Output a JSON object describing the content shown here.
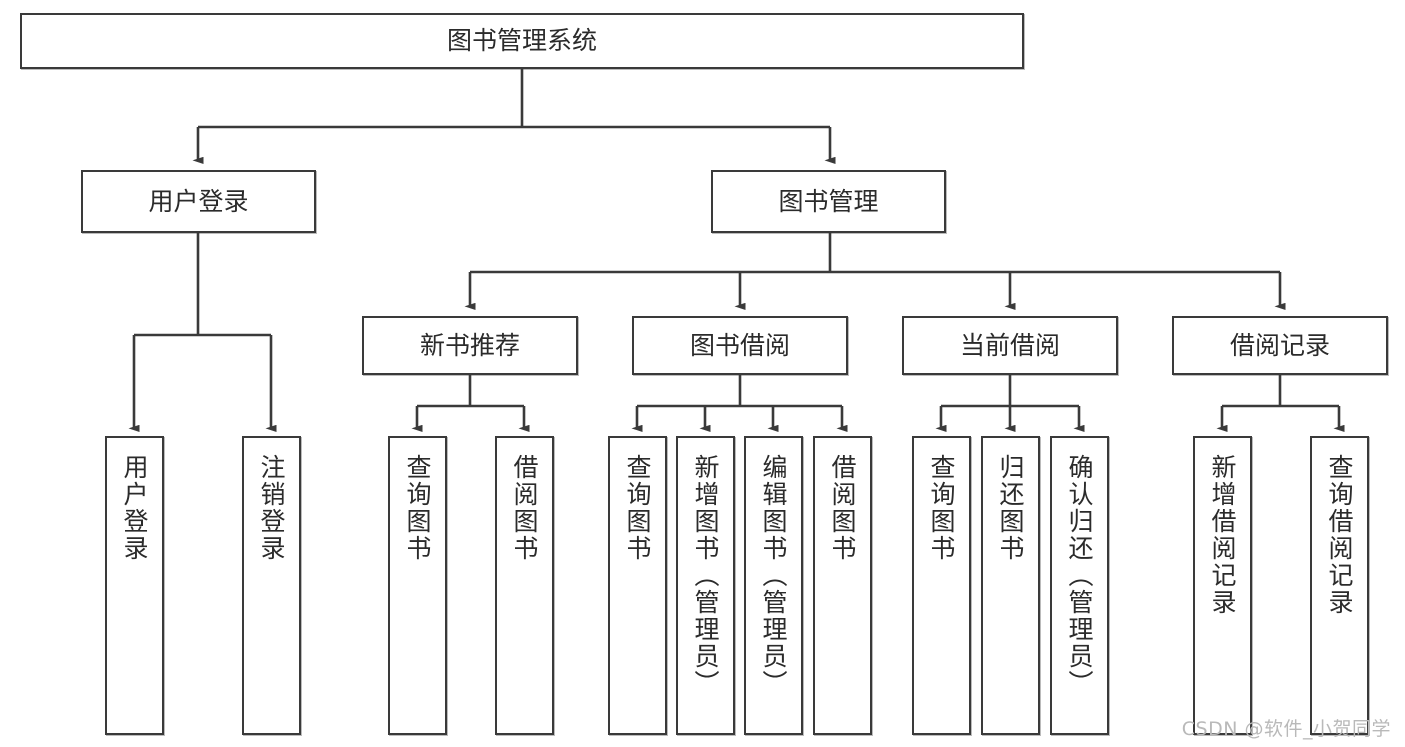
{
  "diagram": {
    "title": "图书管理系统",
    "type": "tree",
    "root": {
      "id": "root",
      "label": "图书管理系统",
      "orientation": "horizontal"
    },
    "level2": [
      {
        "id": "user-login",
        "label": "用户登录",
        "orientation": "horizontal"
      },
      {
        "id": "book-manage",
        "label": "图书管理",
        "orientation": "horizontal"
      }
    ],
    "level3": [
      {
        "id": "new-book-rec",
        "label": "新书推荐",
        "orientation": "horizontal",
        "parent": "book-manage"
      },
      {
        "id": "book-borrow",
        "label": "图书借阅",
        "orientation": "horizontal",
        "parent": "book-manage"
      },
      {
        "id": "current-borrow",
        "label": "当前借阅",
        "orientation": "horizontal",
        "parent": "book-manage"
      },
      {
        "id": "borrow-record",
        "label": "借阅记录",
        "orientation": "horizontal",
        "parent": "book-manage"
      }
    ],
    "leaves": [
      {
        "id": "leaf-user-login",
        "label": "用户登录",
        "parent": "user-login"
      },
      {
        "id": "leaf-user-logout",
        "label": "注销登录",
        "parent": "user-login"
      },
      {
        "id": "leaf-rec-query",
        "label": "查询图书",
        "parent": "new-book-rec"
      },
      {
        "id": "leaf-rec-borrow",
        "label": "借阅图书",
        "parent": "new-book-rec"
      },
      {
        "id": "leaf-borrow-query",
        "label": "查询图书",
        "parent": "book-borrow"
      },
      {
        "id": "leaf-borrow-add",
        "label": "新增图书（管理员）",
        "parent": "book-borrow"
      },
      {
        "id": "leaf-borrow-edit",
        "label": "编辑图书（管理员）",
        "parent": "book-borrow"
      },
      {
        "id": "leaf-borrow-do",
        "label": "借阅图书",
        "parent": "book-borrow"
      },
      {
        "id": "leaf-cur-query",
        "label": "查询图书",
        "parent": "current-borrow"
      },
      {
        "id": "leaf-cur-return",
        "label": "归还图书",
        "parent": "current-borrow"
      },
      {
        "id": "leaf-cur-confirm",
        "label": "确认归还（管理员）",
        "parent": "current-borrow"
      },
      {
        "id": "leaf-rec-add",
        "label": "新增借阅记录",
        "parent": "borrow-record"
      },
      {
        "id": "leaf-rec-search",
        "label": "查询借阅记录",
        "parent": "borrow-record"
      }
    ]
  },
  "watermark": {
    "text": "CSDN @软件_小贺同学"
  },
  "colors": {
    "stroke": "#3a3a3a",
    "text": "#2b2b2b",
    "background": "#ffffff",
    "watermark": "#b9b9b9"
  }
}
